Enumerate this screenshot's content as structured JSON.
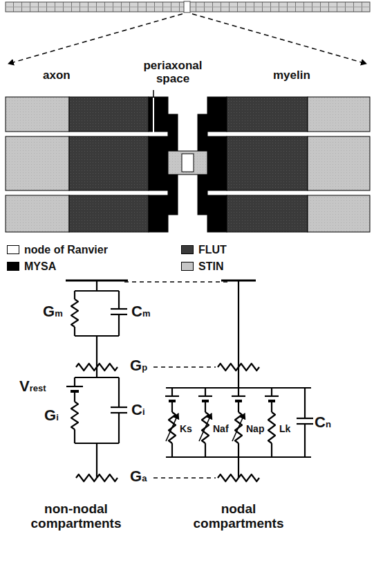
{
  "diagram": {
    "labels": [
      "axon",
      "periaxonal space",
      "myelin",
      "Gm",
      "Cm",
      "Gp",
      "Vrest",
      "Gi",
      "Ci",
      "Ga",
      "Ks",
      "Naf",
      "Nap",
      "Lk",
      "Cn",
      "non-nodal compartments",
      "nodal compartments"
    ],
    "legend": [
      {
        "text": "node of Ranvier",
        "color": "#ffffff"
      },
      {
        "text": "FLUT",
        "color": "#3a3a3a"
      },
      {
        "text": "MYSA",
        "color": "#000000"
      },
      {
        "text": "STIN",
        "color": "#c6c6c6"
      }
    ]
  }
}
